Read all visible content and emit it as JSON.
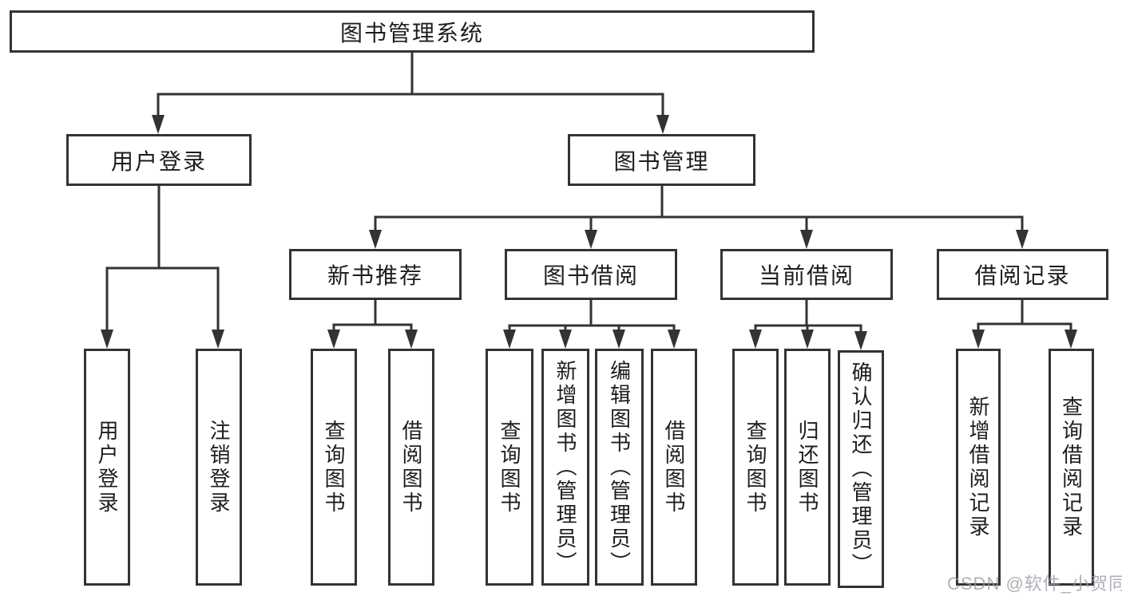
{
  "diagram": {
    "root": {
      "label": "图书管理系统",
      "children": [
        {
          "label": "用户登录",
          "children": [
            {
              "label": "用户登录"
            },
            {
              "label": "注销登录"
            }
          ]
        },
        {
          "label": "图书管理",
          "children": [
            {
              "label": "新书推荐",
              "children": [
                {
                  "label": "查询图书"
                },
                {
                  "label": "借阅图书"
                }
              ]
            },
            {
              "label": "图书借阅",
              "children": [
                {
                  "label": "查询图书"
                },
                {
                  "label": "新增图书（管理员）"
                },
                {
                  "label": "编辑图书（管理员）"
                },
                {
                  "label": "借阅图书"
                }
              ]
            },
            {
              "label": "当前借阅",
              "children": [
                {
                  "label": "查询图书"
                },
                {
                  "label": "归还图书"
                },
                {
                  "label": "确认归还（管理员）"
                }
              ]
            },
            {
              "label": "借阅记录",
              "children": [
                {
                  "label": "新增借阅记录"
                },
                {
                  "label": "查询借阅记录"
                }
              ]
            }
          ]
        }
      ]
    },
    "colors": {
      "line": "#333333",
      "box_border": "#333333",
      "text": "#1d1d1f",
      "background": "#ffffff",
      "watermark": "#969aa1"
    }
  },
  "watermark": {
    "text": "CSDN @软件_小贺同学"
  }
}
